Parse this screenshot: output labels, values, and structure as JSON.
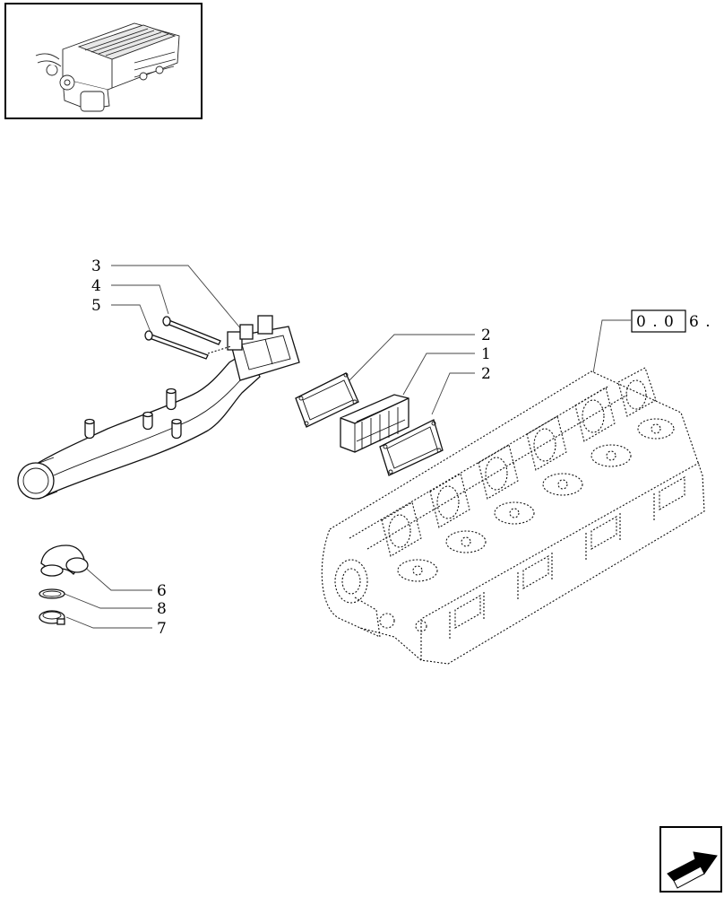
{
  "thumbnail": {
    "icon": "engine-thumbnail-icon"
  },
  "callouts": {
    "c3": "3",
    "c4": "4",
    "c5": "5",
    "c2a": "2",
    "c1": "1",
    "c2b": "2",
    "c6": "6",
    "c8": "8",
    "c7": "7"
  },
  "reference": {
    "boxed": "0 . 0",
    "suffix": "6 ."
  },
  "nav": {
    "icon": "next-page-arrow-icon"
  }
}
